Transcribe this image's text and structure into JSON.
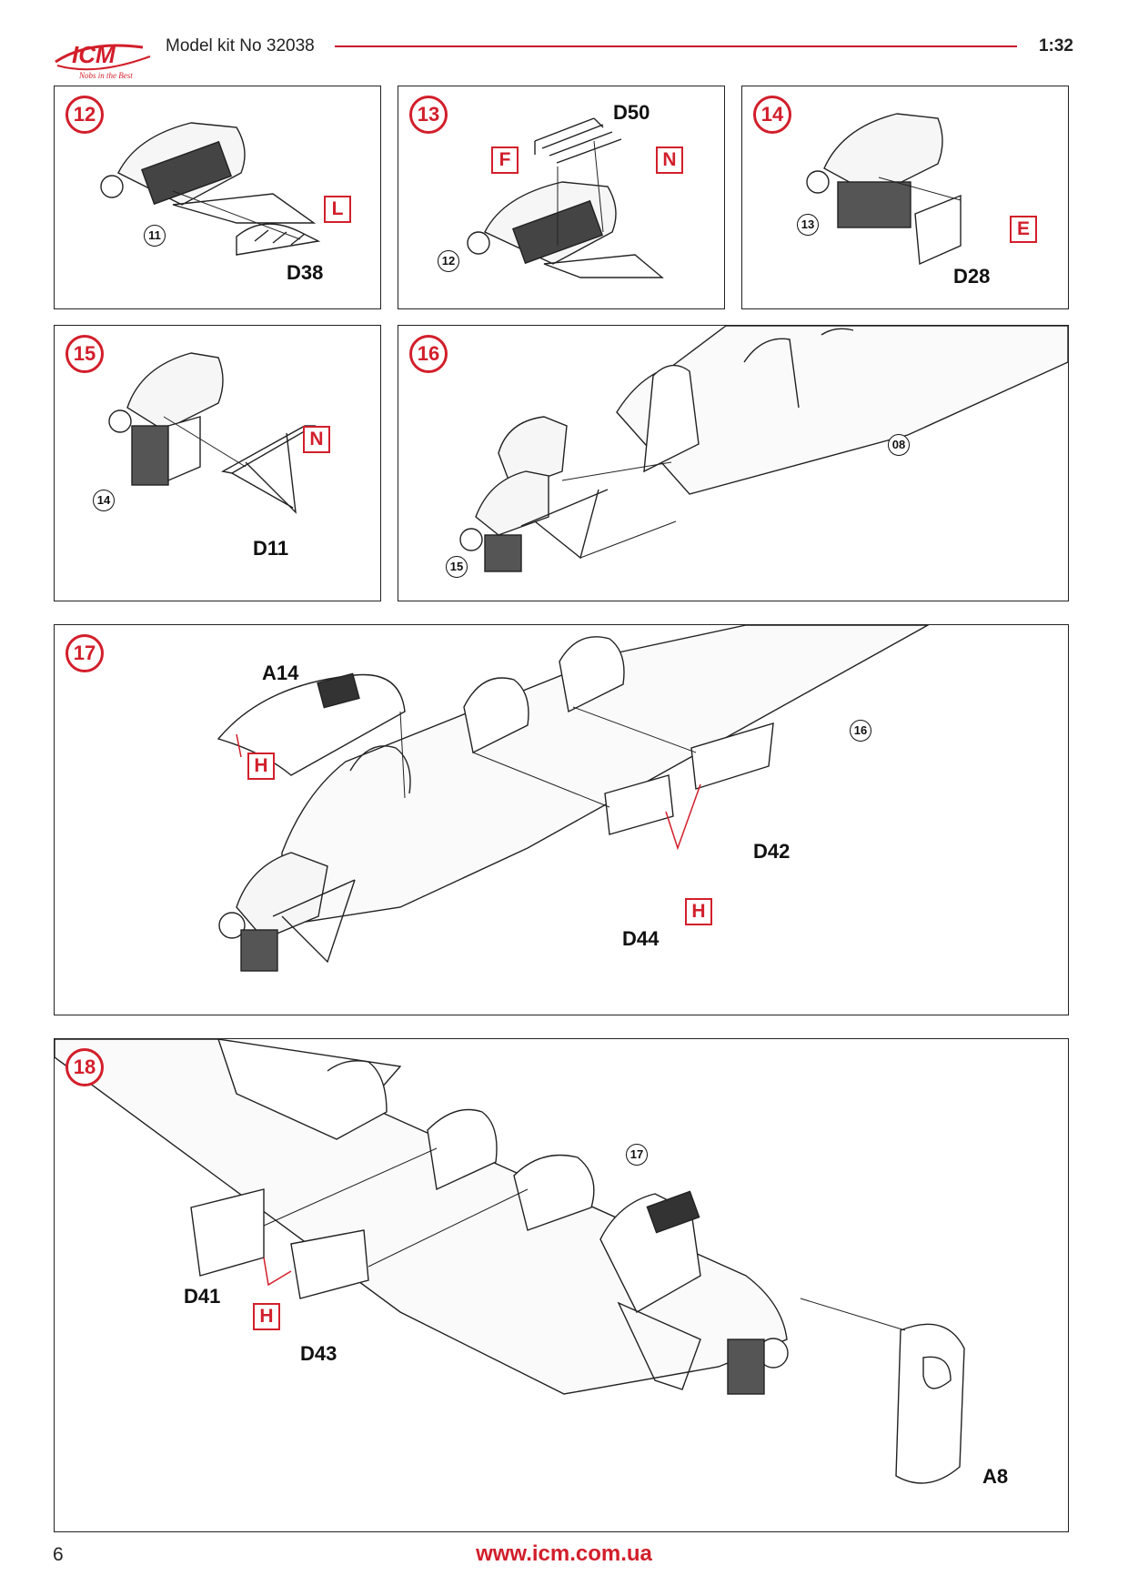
{
  "header": {
    "brand": "ICM",
    "tagline": "Nobs in the Best",
    "kit_title": "Model kit No 32038",
    "scale": "1:32"
  },
  "steps": [
    {
      "number": "12",
      "parts": [
        "D38"
      ],
      "flags": [
        "L"
      ],
      "refs": [
        "11"
      ]
    },
    {
      "number": "13",
      "parts": [
        "D50"
      ],
      "flags": [
        "F",
        "N"
      ],
      "refs": [
        "12"
      ]
    },
    {
      "number": "14",
      "parts": [
        "D28"
      ],
      "flags": [
        "E"
      ],
      "refs": [
        "13"
      ]
    },
    {
      "number": "15",
      "parts": [
        "D11"
      ],
      "flags": [
        "N"
      ],
      "refs": [
        "14"
      ]
    },
    {
      "number": "16",
      "parts": [],
      "flags": [],
      "refs": [
        "08",
        "15"
      ]
    },
    {
      "number": "17",
      "parts": [
        "A14",
        "D42",
        "D44"
      ],
      "flags": [
        "H",
        "H"
      ],
      "refs": [
        "16"
      ]
    },
    {
      "number": "18",
      "parts": [
        "D41",
        "D43",
        "A8"
      ],
      "flags": [
        "H"
      ],
      "refs": [
        "17"
      ]
    }
  ],
  "footer": {
    "page_number": "6",
    "website": "www.icm.com.ua"
  },
  "colors": {
    "accent_red": "#d21f2b",
    "line": "#222222"
  }
}
